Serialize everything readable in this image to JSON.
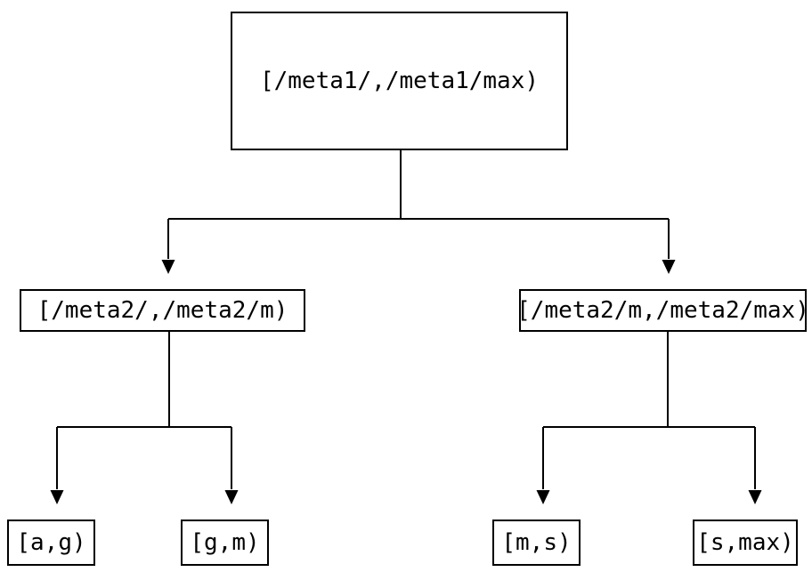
{
  "diagram": {
    "type": "tree",
    "background_color": "#ffffff",
    "line_color": "#000000",
    "node_border_color": "#000000",
    "node_fill_color": "#ffffff",
    "text_color": "#000000",
    "root": {
      "label": "[/meta1/,/meta1/max)"
    },
    "level2": [
      {
        "label": "[/meta2/,/meta2/m)"
      },
      {
        "label": "[/meta2/m,/meta2/max)"
      }
    ],
    "leaves": [
      {
        "label": "[a,g)"
      },
      {
        "label": "[g,m)"
      },
      {
        "label": "[m,s)"
      },
      {
        "label": "[s,max)"
      }
    ],
    "edges": [
      {
        "from": "root",
        "to": "level2.0"
      },
      {
        "from": "root",
        "to": "level2.1"
      },
      {
        "from": "level2.0",
        "to": "leaves.0"
      },
      {
        "from": "level2.0",
        "to": "leaves.1"
      },
      {
        "from": "level2.1",
        "to": "leaves.2"
      },
      {
        "from": "level2.1",
        "to": "leaves.3"
      }
    ]
  }
}
